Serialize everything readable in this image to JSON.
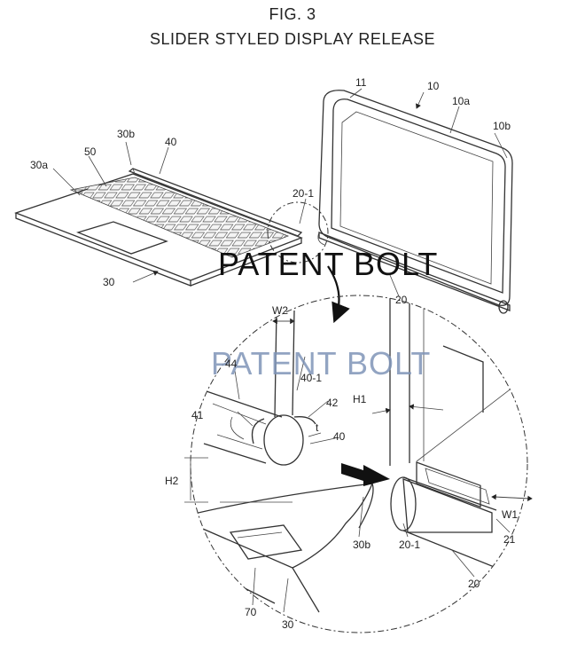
{
  "figure": {
    "title": "FIG. 3",
    "subtitle": "SLIDER STYLED DISPLAY RELEASE"
  },
  "watermarks": {
    "top": "PATENT BOLT",
    "bottom": "PATENT BOLT"
  },
  "labels": {
    "l10": "10",
    "l10a": "10a",
    "l10b": "10b",
    "l11": "11",
    "l20_1_top": "20-1",
    "l20_top": "20",
    "l30a": "30a",
    "l50": "50",
    "l30b_top": "30b",
    "l40_top": "40",
    "l30_top": "30",
    "lW2": "W2",
    "l44": "44",
    "l40_1": "40-1",
    "l42": "42",
    "lH1": "H1",
    "l41": "41",
    "lt": "t",
    "l40_bottom": "40",
    "lH2": "H2",
    "lW1": "W1",
    "l21": "21",
    "l30b_bottom": "30b",
    "l20_1_bottom": "20-1",
    "l20_bottom": "20",
    "l70": "70",
    "l30_bottom": "30"
  }
}
